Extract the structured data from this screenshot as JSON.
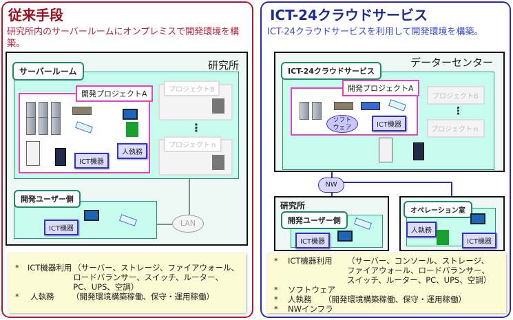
{
  "left": {
    "title": "従来手段",
    "subtitle": "研究所内のサーバールームにオンプレミスで開発環境を構築。",
    "site_label": "研究所",
    "server_room_label": "サーバールーム",
    "project_a_label": "開発プロジェクトA",
    "project_b_label": "プロジェクトB",
    "project_n_label": "プロジェクトｎ",
    "ellipsis": "⋮",
    "ict_badge": "ICT機器",
    "person_badge": "人執務",
    "dev_user_label": "開発ユーザー側",
    "dev_ict_badge": "ICT機器",
    "lan_label": "LAN",
    "notes": [
      {
        "bullet": "*",
        "head": "ICT機器利用",
        "body": "（サーバー、ストレージ、ファイアウォール、\nロードバランサー、スイッチ、ルーター、\nPC、UPS、空調）"
      },
      {
        "bullet": "*",
        "head": "人執務",
        "body": "（開発環境構築稼働、保守・運用稼働）"
      }
    ]
  },
  "right": {
    "title": "ICT-24クラウドサービス",
    "subtitle": "ICT-24クラウドサービスを利用して開発環境を構築。",
    "dc_label": "データーセンター",
    "service_label": "ICT-24クラウドサービス",
    "project_a_label": "開発プロジェクトA",
    "software_bubble": "ソフト\nウェア",
    "ict_badge": "ICT機器",
    "project_b_label": "プロジェクトB",
    "project_n_label": "プロジェクトｎ",
    "ellipsis": "⋮",
    "nw_label": "NW",
    "lab_label": "研究所",
    "dev_user_label": "開発ユーザー側",
    "dev_ict_badge": "ICT機器",
    "ops_label": "オペレーション室",
    "ops_person_badge": "人執務",
    "ops_ict_badge": "ICT機器",
    "notes": [
      {
        "bullet": "*",
        "head": "ICT機器利用",
        "body": "（サーバー、コンソール、ストレージ、\nファイアウォール、ロードバランサー、\nスイッチ、ルーター、PC、UPS、空調）"
      },
      {
        "bullet": "*",
        "head": "ソフトウェア",
        "body": ""
      },
      {
        "bullet": "*",
        "head": "人執務",
        "body": "（開発環境構築稼働、保守・運用稼働）"
      },
      {
        "bullet": "*",
        "head": "NWインフラ",
        "body": ""
      }
    ]
  },
  "colors": {
    "left_accent": "#b0182b",
    "right_accent": "#2a2ab0",
    "teal": "#1d9a74",
    "pink": "#f03cc0",
    "person_green": "#1aa030"
  }
}
